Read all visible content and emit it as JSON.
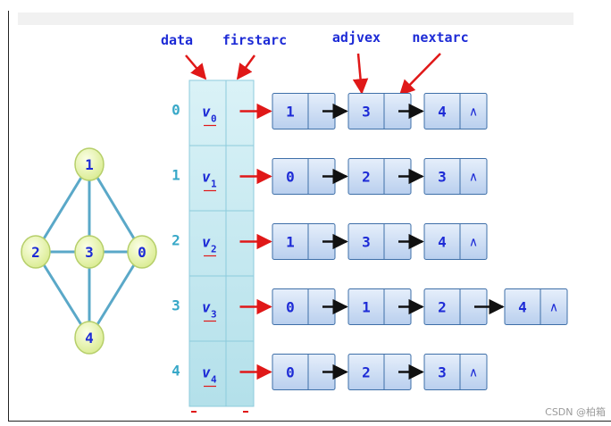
{
  "labels": {
    "data": "data",
    "firstarc": "firstarc",
    "adjvex": "adjvex",
    "nextarc": "nextarc"
  },
  "vertices": [
    {
      "index": "0",
      "name": "v",
      "sub": "0",
      "edges": [
        "1",
        "3",
        "4"
      ]
    },
    {
      "index": "1",
      "name": "v",
      "sub": "1",
      "edges": [
        "0",
        "2",
        "3"
      ]
    },
    {
      "index": "2",
      "name": "v",
      "sub": "2",
      "edges": [
        "1",
        "3",
        "4"
      ]
    },
    {
      "index": "3",
      "name": "v",
      "sub": "3",
      "edges": [
        "0",
        "1",
        "2",
        "4"
      ]
    },
    {
      "index": "4",
      "name": "v",
      "sub": "4",
      "edges": [
        "0",
        "2",
        "3"
      ]
    }
  ],
  "null_symbol": "∧",
  "graph": {
    "nodes": [
      "1",
      "2",
      "3",
      "0",
      "4"
    ],
    "edges": [
      [
        "1",
        "2"
      ],
      [
        "1",
        "3"
      ],
      [
        "1",
        "0"
      ],
      [
        "2",
        "3"
      ],
      [
        "3",
        "0"
      ],
      [
        "2",
        "4"
      ],
      [
        "3",
        "4"
      ],
      [
        "0",
        "4"
      ]
    ]
  },
  "watermark": "CSDN @柏箱",
  "colors": {
    "label": "#1d2bd6",
    "red": "#e01818",
    "node_fill": "#d4e4f7",
    "node_stroke": "#3e6fa8",
    "head_fill": "#c7eaf2",
    "graph_node": "#eef7b8",
    "graph_node_stroke": "#b6cf6a",
    "graph_edge": "#5aa8c8"
  }
}
